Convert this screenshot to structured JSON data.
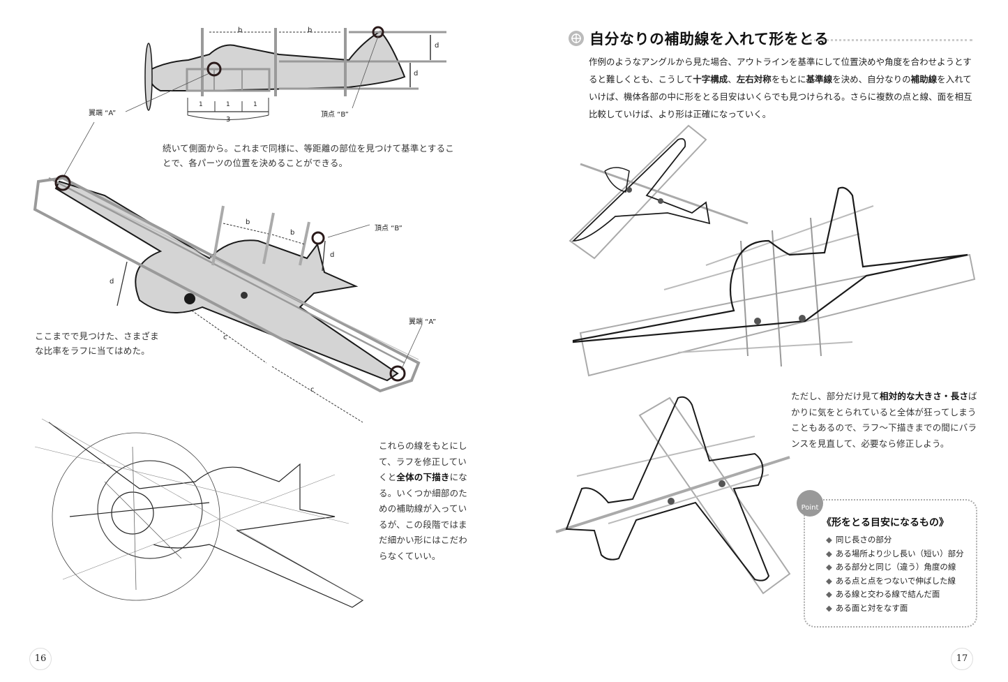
{
  "left_page": {
    "page_number": "16",
    "side_view_labels": {
      "b1": "b",
      "b2": "b",
      "d1": "d",
      "d2": "d",
      "unit1": "1",
      "unit2": "1",
      "unit3": "1",
      "total": "3",
      "wingtip_a": "翼端 “A”",
      "vertex_b": "頂点 “B”"
    },
    "perspective_labels": {
      "b1": "b",
      "b2": "b",
      "d_left": "d",
      "d_right": "d",
      "c1": "c",
      "c2": "c",
      "vertex_b": "頂点 “B”",
      "wingtip_a": "翼端 “A”"
    },
    "caption_side": "続いて側面から。これまで同様に、等距離の部位を見つけて基準とすることで、各パーツの位置を決めることができる。",
    "caption_ratio": "ここまでで見つけた、さまざまな比率をラフに当てはめた。",
    "caption_sketch_parts": [
      {
        "text": "これらの線をもとにして、ラフを修正していくと",
        "bold": false
      },
      {
        "text": "全体の下描き",
        "bold": true
      },
      {
        "text": "になる。いくつか細部のための補助線が入っているが、この段階ではまだ細かい形にはこだわらなくていい。",
        "bold": false
      }
    ]
  },
  "right_page": {
    "page_number": "17",
    "heading": "自分なりの補助線を入れて形をとる",
    "heading_icon": "crosshair-circle-icon",
    "intro_parts": [
      {
        "text": "作例のようなアングルから見た場合、アウトラインを基準にして位置決めや角度を合わせようとすると難しくとも、こうして",
        "bold": false
      },
      {
        "text": "十字構成",
        "bold": true
      },
      {
        "text": "、",
        "bold": false
      },
      {
        "text": "左右対称",
        "bold": true
      },
      {
        "text": "をもとに",
        "bold": false
      },
      {
        "text": "基準線",
        "bold": true
      },
      {
        "text": "を決め、自分なりの",
        "bold": false
      },
      {
        "text": "補助線",
        "bold": true
      },
      {
        "text": "を入れていけば、機体各部の中に形をとる目安はいくらでも見つけられる。さらに複数の点と線、面を相互比較していけば、より形は正確になっていく。",
        "bold": false
      }
    ],
    "caution_parts": [
      {
        "text": "ただし、部分だけ見て",
        "bold": false
      },
      {
        "text": "相対的な大きさ・長さ",
        "bold": true
      },
      {
        "text": "ばかりに気をとられていると全体が狂ってしまうこともあるので、ラフ～下描きまでの間にバランスを見直して、必要なら修正しよう。",
        "bold": false
      }
    ],
    "point_box": {
      "badge": "Point",
      "title": "《形をとる目安になるもの》",
      "bullet_icon": "◆",
      "items": [
        "同じ長さの部分",
        "ある場所より少し長い（短い）部分",
        "ある部分と同じ（違う）角度の線",
        "ある点と点をつないで伸ばした線",
        "ある線と交わる線で結んだ面",
        "ある面と対をなす面"
      ]
    }
  },
  "colors": {
    "guide_gray": "#9a9a9a",
    "fill_gray": "#d4d4d4",
    "ink": "#1a1a1a",
    "dot_border": "#aaaaaa"
  }
}
